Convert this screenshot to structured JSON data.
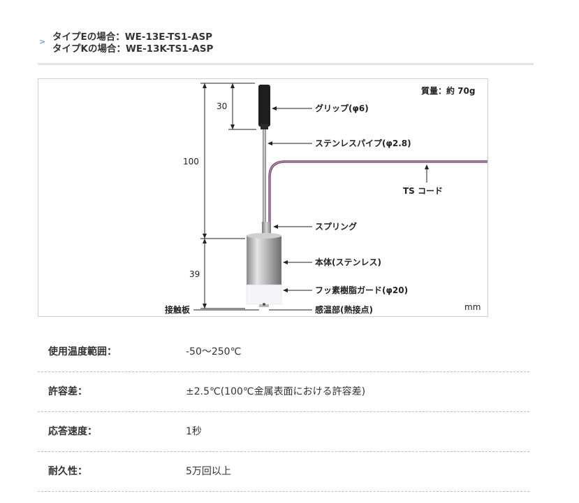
{
  "header": {
    "line1": "タイプEの場合：WE-13E-TS1-ASP",
    "line2": "タイプKの場合：WE-13K-TS1-ASP"
  },
  "diagram": {
    "weight": "質量：約 70g",
    "dim_30": "30",
    "dim_100": "100",
    "dim_39": "39",
    "grip": "グリップ(φ6)",
    "pipe": "ステンレスパイプ(φ2.8)",
    "ts_cord": "TS コード",
    "spring": "スプリング",
    "body": "本体(ステンレス)",
    "guard": "フッ素樹脂ガード(φ20)",
    "contact_plate": "接触板",
    "sensor": "感温部(熱接点)",
    "unit": "mm"
  },
  "specs": [
    {
      "label": "使用温度範囲：",
      "value": "-50〜250℃"
    },
    {
      "label": "許容差：",
      "value": "±2.5℃(100℃金属表面における許容差)"
    },
    {
      "label": "応答速度：",
      "value": "1秒"
    },
    {
      "label": "耐久性：",
      "value": "5万回以上"
    }
  ]
}
